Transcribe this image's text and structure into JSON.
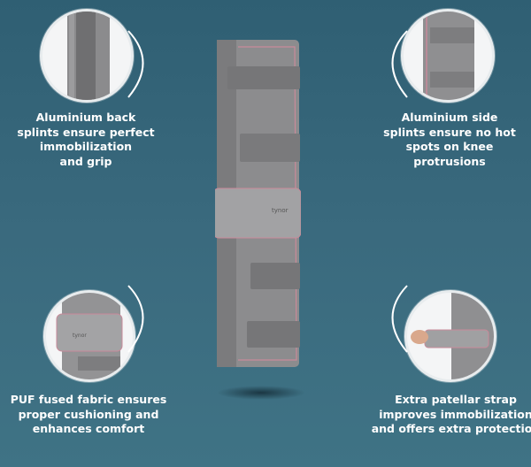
{
  "product": {
    "brand_logo": "tynor",
    "colors": {
      "background": "#3a6a7e",
      "fabric": "#8e8e90",
      "piping": "#c98a9a",
      "text": "#ffffff"
    }
  },
  "features": [
    {
      "position": "top-left",
      "lines": [
        "Aluminium back",
        "splints ensure perfect",
        "immobilization",
        "and grip"
      ]
    },
    {
      "position": "top-right",
      "lines": [
        "Aluminium side",
        "splints ensure no hot",
        "spots on knee",
        "protrusions"
      ]
    },
    {
      "position": "bottom-left",
      "lines": [
        "PUF fused fabric ensures",
        "proper cushioning and",
        "enhances comfort"
      ]
    },
    {
      "position": "bottom-right",
      "lines": [
        "Extra patellar strap",
        "improves immobilization",
        "and offers extra protection"
      ]
    }
  ]
}
